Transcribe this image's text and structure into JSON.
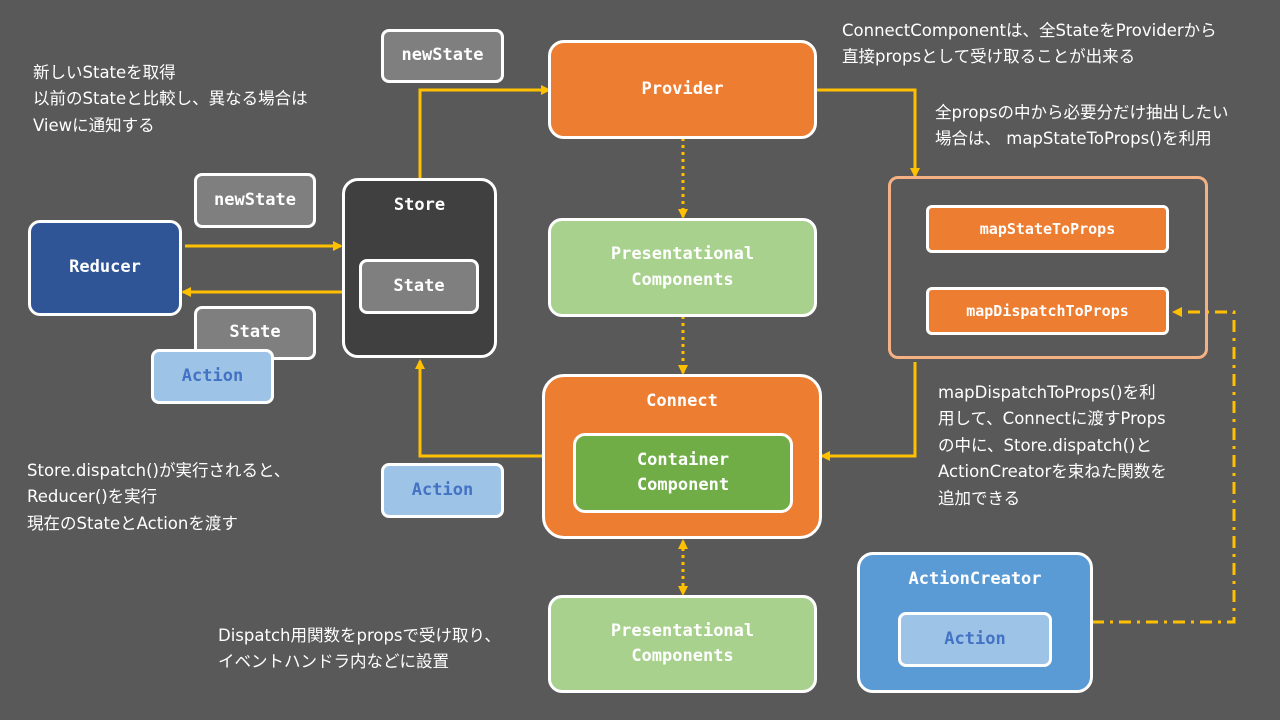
{
  "nodes": {
    "reducer": "Reducer",
    "store": "Store",
    "store_state": "State",
    "new_state_top": "newState",
    "new_state_left": "newState",
    "state_left": "State",
    "action_left": "Action",
    "action_mid": "Action",
    "provider": "Provider",
    "presentational_top": "Presentational\nComponents",
    "connect": "Connect",
    "container": "Container\nComponent",
    "presentational_bottom": "Presentational\nComponents",
    "map_state": "mapStateToProps",
    "map_dispatch": "mapDispatchToProps",
    "action_creator": "ActionCreator",
    "action_creator_action": "Action"
  },
  "notes": {
    "store_note": "新しいStateを取得\n以前のStateと比較し、異なる場合は\nViewに通知する",
    "dispatch_note": "Store.dispatch()が実行されると、\nReducer()を実行\n現在のStateとActionを渡す",
    "provider_note": "ConnectComponentは、全StateをProviderから\n直接propsとして受け取ることが出来る",
    "map_state_note": "全propsの中から必要分だけ抽出したい\n場合は、 mapStateToProps()を利用",
    "map_dispatch_note": "mapDispatchToProps()を利\n用して、Connectに渡すProps\nの中に、Store.dispatch()と\nActionCreatorを束ねた関数を\n追加できる",
    "presentational_note": "Dispatch用関数をpropsで受け取り、\nイベントハンドラ内などに設置"
  },
  "colors": {
    "background": "#595959",
    "arrow": "#ffc000",
    "reducer": "#2f5597",
    "store": "#404040",
    "provider": "#ed7d31",
    "presentational": "#a9d18e",
    "container": "#70ad47",
    "action": "#9dc3e6",
    "action_creator": "#5b9bd5",
    "panel_border": "#f4b183"
  }
}
